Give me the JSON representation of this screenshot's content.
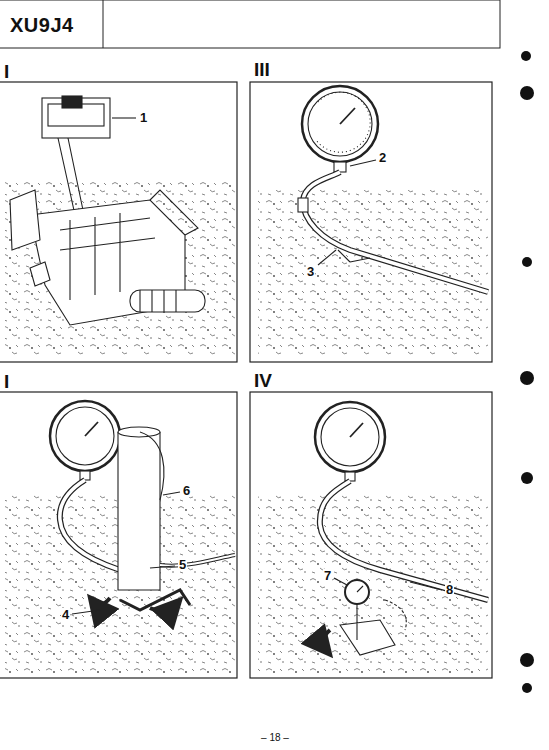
{
  "diagram": {
    "title": "XU9J4",
    "labels": [
      "I",
      "III",
      "I",
      "IV",
      "1",
      "2",
      "3",
      "4",
      "5",
      "6",
      "7",
      "8",
      "– 18 –"
    ]
  }
}
